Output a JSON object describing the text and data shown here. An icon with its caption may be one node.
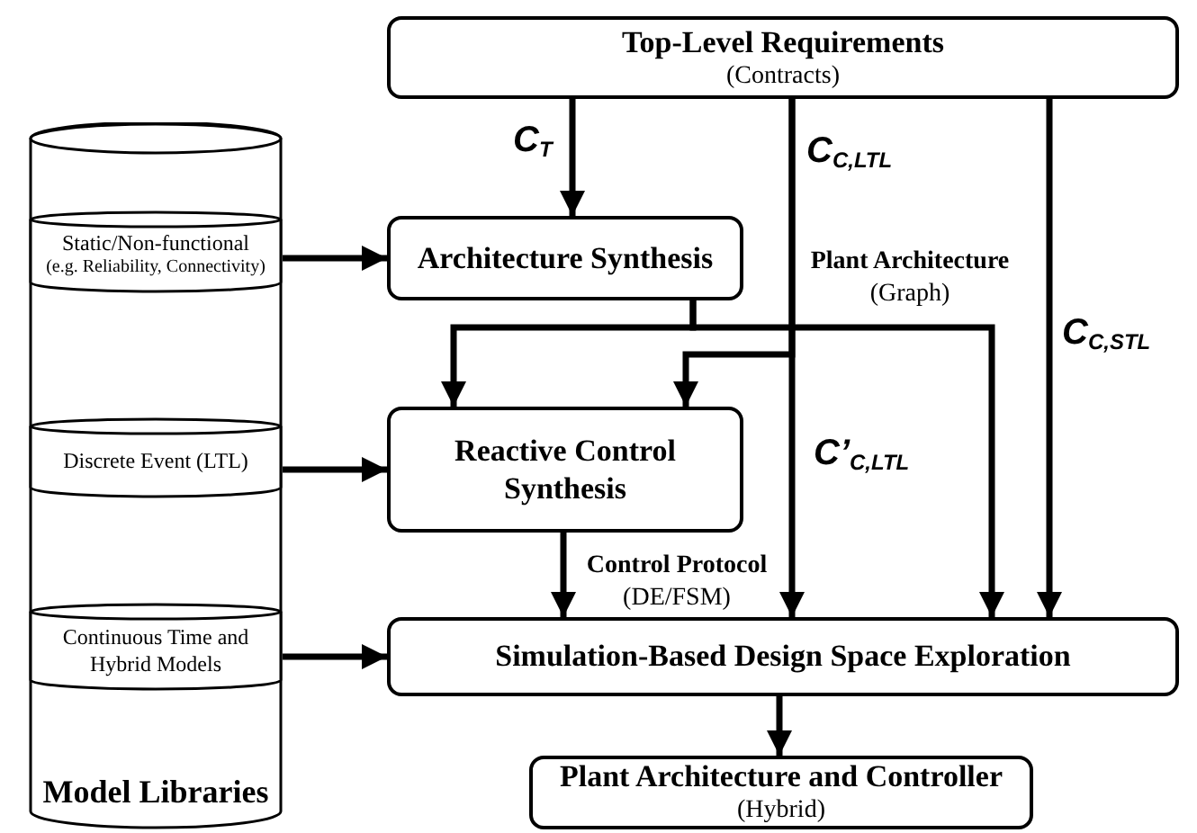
{
  "diagram": {
    "nodes": [
      {
        "text": [
          "Top-Level Requirements",
          "(Contracts)"
        ]
      },
      {
        "text": [
          "Model Libraries"
        ]
      },
      {
        "text": [
          "Static/Non-functional",
          "(e.g. Reliability, Connectivity)"
        ],
        "in": 1
      },
      {
        "text": [
          "Discrete Event (LTL)"
        ],
        "in": 1
      },
      {
        "text": [
          "Continuous Time and Hybrid Models"
        ],
        "in": 1
      },
      {
        "text": [
          "Architecture Synthesis"
        ]
      },
      {
        "text": [
          "Reactive Control Synthesis"
        ]
      },
      {
        "text": [
          "Simulation-Based Design Space Exploration"
        ]
      },
      {
        "text": [
          "Plant Architecture and Controller",
          "(Hybrid)"
        ]
      }
    ],
    "edges": [
      {
        "from": 0,
        "to": 5,
        "arrow": "to",
        "label": "C$_{T}$"
      },
      {
        "from": 0,
        "to": 6,
        "arrow": "to",
        "label": "C$_{C,LTL}$"
      },
      {
        "from": 0,
        "to": 7,
        "arrow": "to",
        "label": "C’$_{C,LTL}$"
      },
      {
        "from": 0,
        "to": 7,
        "arrow": "to",
        "label": "C$_{C,STL}$"
      },
      {
        "from": 5,
        "to": 6,
        "arrow": "to"
      },
      {
        "from": 5,
        "to": 7,
        "arrow": "to",
        "label": "**Plant Architecture** (Graph)"
      },
      {
        "from": 6,
        "to": 7,
        "arrow": "to",
        "label": "**Control Protocol** (DE/FSM)"
      },
      {
        "from": 2,
        "to": 5,
        "arrow": "to"
      },
      {
        "from": 3,
        "to": 6,
        "arrow": "to"
      },
      {
        "from": 4,
        "to": 7,
        "arrow": "to"
      },
      {
        "from": 7,
        "to": 8,
        "arrow": "to"
      }
    ]
  }
}
